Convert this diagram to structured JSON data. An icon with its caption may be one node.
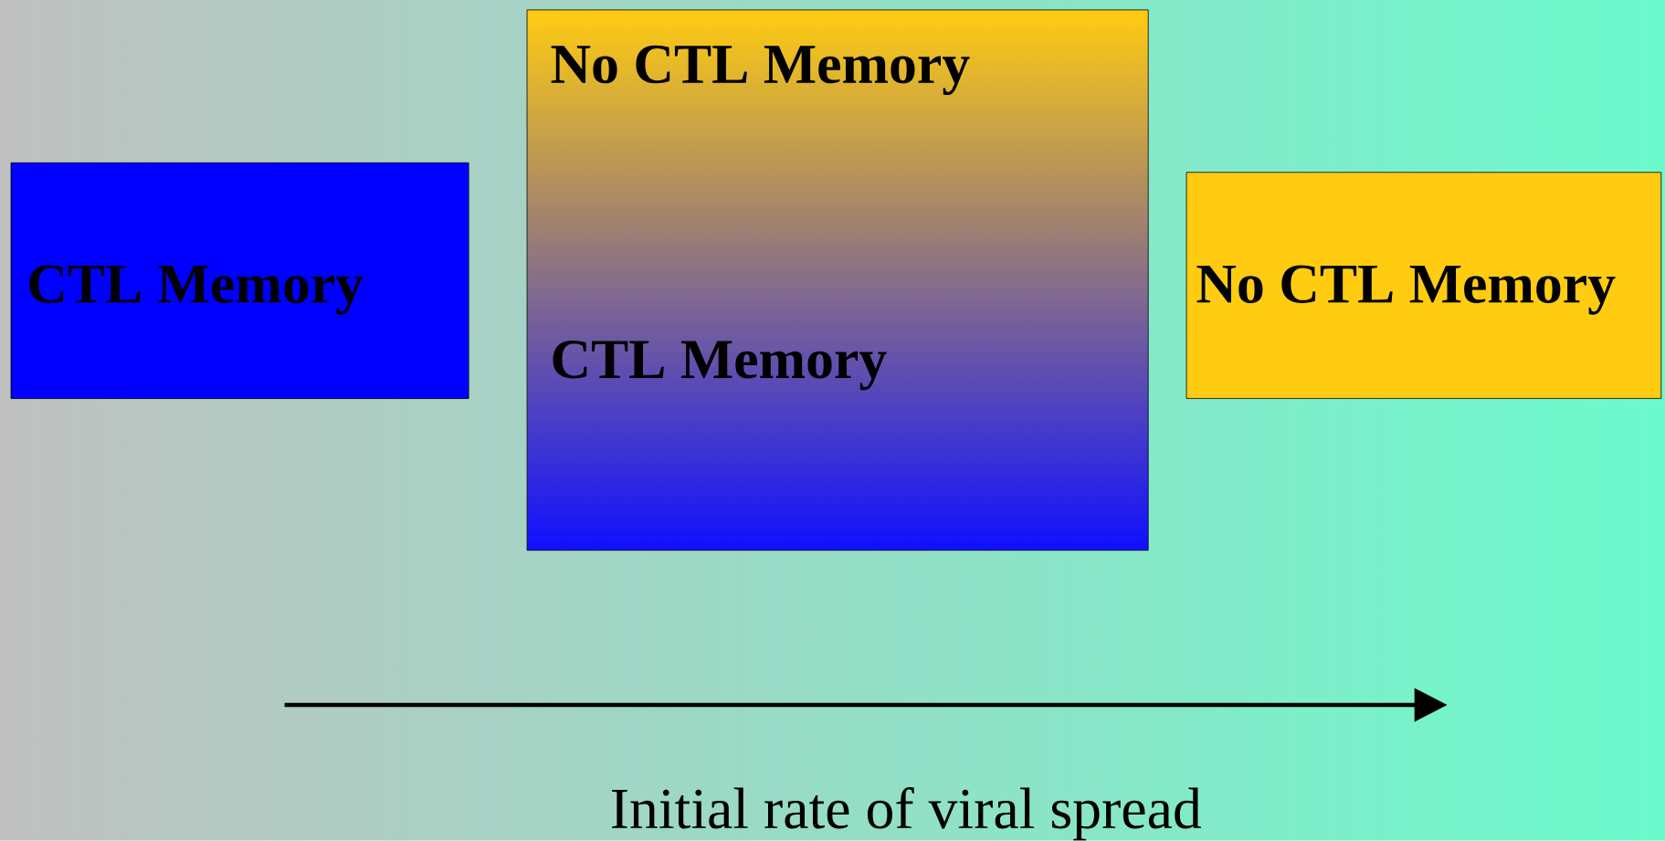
{
  "diagram": {
    "nodes": [
      {
        "text": [
          "CTL Memory"
        ]
      },
      {
        "text": [
          "No CTL Memory",
          "CTL Memory"
        ]
      },
      {
        "text": [
          "No CTL Memory"
        ]
      }
    ],
    "labels": [
      "Initial rate of viral spread"
    ]
  }
}
